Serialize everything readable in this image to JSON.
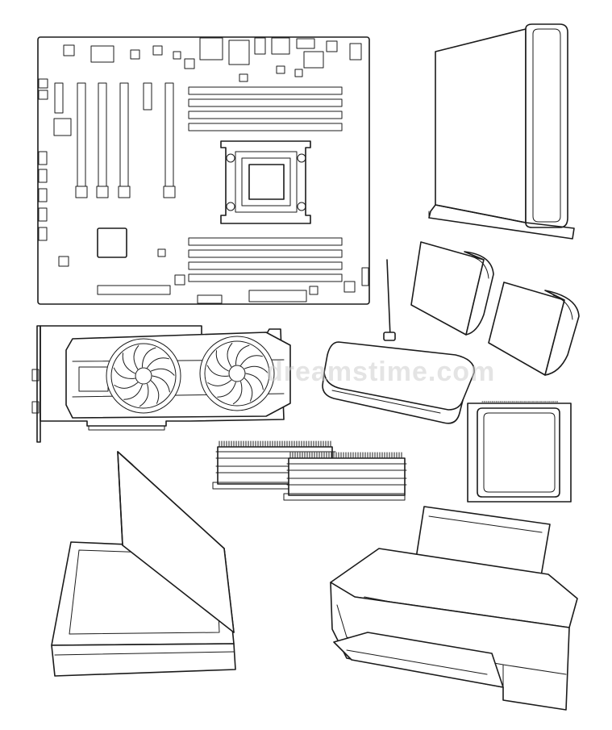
{
  "illustration": {
    "style": "black line art on white",
    "stroke_color": "#1b1b1b",
    "background_color": "#ffffff",
    "items": [
      {
        "id": "motherboard"
      },
      {
        "id": "tower-case"
      },
      {
        "id": "speakers"
      },
      {
        "id": "graphics-card"
      },
      {
        "id": "wifi-router"
      },
      {
        "id": "ram-modules"
      },
      {
        "id": "cpu-chip"
      },
      {
        "id": "flatbed-scanner"
      },
      {
        "id": "inkjet-printer"
      }
    ]
  },
  "watermark": {
    "text": "dreamstime.com",
    "color": "#cfcfcf"
  }
}
